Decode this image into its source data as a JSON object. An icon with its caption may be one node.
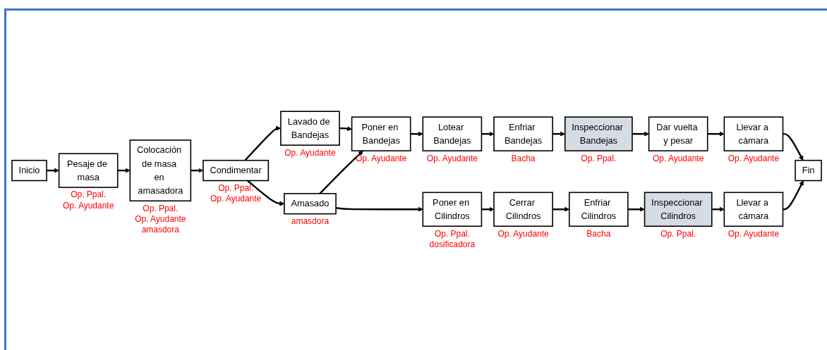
{
  "diagram": {
    "nodes": [
      {
        "text": [
          "Inicio"
        ]
      },
      {
        "text": [
          "Pesaje de masa"
        ],
        "beside": [
          "Op. Ppal.",
          "Op. Ayudante"
        ]
      },
      {
        "text": [
          "Colocación de masa en amasadora"
        ],
        "beside": [
          "Op. Ppal.",
          "Op. Ayudante",
          "amasdora"
        ]
      },
      {
        "text": [
          "Condimentar"
        ],
        "beside": [
          "Op. Ppal.",
          "Op. Ayudante"
        ]
      },
      {
        "text": [
          "Lavado de Bandejas"
        ],
        "beside": [
          "Op. Ayudante"
        ]
      },
      {
        "text": [
          "Amasado"
        ],
        "beside": [
          "amasdora"
        ]
      },
      {
        "text": [
          "Poner en Bandejas"
        ],
        "beside": [
          "Op. Ayudante"
        ]
      },
      {
        "text": [
          "Lotear Bandejas"
        ],
        "beside": [
          "Op. Ayudante"
        ]
      },
      {
        "text": [
          "Enfriar Bandejas"
        ],
        "beside": [
          "Bacha"
        ]
      },
      {
        "text": [
          "Inspeccionar Bandejas"
        ],
        "beside": [
          "Op. Ppal."
        ]
      },
      {
        "text": [
          "Dar vuelta y pesar"
        ],
        "beside": [
          "Op. Ayudante"
        ]
      },
      {
        "text": [
          "Llevar a cámara"
        ],
        "beside": [
          "Op. Ayudante"
        ]
      },
      {
        "text": [
          "Poner en Cilindros"
        ],
        "beside": [
          "Op. Ppal.",
          "dosificadora"
        ]
      },
      {
        "text": [
          "Cerrar Cilindros"
        ],
        "beside": [
          "Op. Ayudante"
        ]
      },
      {
        "text": [
          "Enfriar Cilindros"
        ],
        "beside": [
          "Bacha"
        ]
      },
      {
        "text": [
          "Inspeccionar Cilindros"
        ],
        "beside": [
          "Op. Ppal."
        ]
      },
      {
        "text": [
          "Llevar a cámara"
        ],
        "beside": [
          "Op. Ayudante"
        ]
      },
      {
        "text": [
          "Fin"
        ]
      }
    ],
    "edges": [
      {
        "from": 0,
        "to": 1,
        "arrow": "to"
      },
      {
        "from": 1,
        "to": 2,
        "arrow": "to"
      },
      {
        "from": 2,
        "to": 3,
        "arrow": "to"
      },
      {
        "from": 3,
        "to": 4,
        "arrow": "to"
      },
      {
        "from": 3,
        "to": 5,
        "arrow": "to"
      },
      {
        "from": 4,
        "to": 6,
        "arrow": "to"
      },
      {
        "from": 5,
        "to": 6,
        "arrow": "to"
      },
      {
        "from": 5,
        "to": 12,
        "arrow": "to"
      },
      {
        "from": 6,
        "to": 7,
        "arrow": "to"
      },
      {
        "from": 7,
        "to": 8,
        "arrow": "to"
      },
      {
        "from": 8,
        "to": 9,
        "arrow": "to"
      },
      {
        "from": 9,
        "to": 10,
        "arrow": "to"
      },
      {
        "from": 10,
        "to": 11,
        "arrow": "to"
      },
      {
        "from": 11,
        "to": 17,
        "arrow": "to"
      },
      {
        "from": 12,
        "to": 13,
        "arrow": "to"
      },
      {
        "from": 13,
        "to": 14,
        "arrow": "to"
      },
      {
        "from": 14,
        "to": 15,
        "arrow": "to"
      },
      {
        "from": 15,
        "to": 16,
        "arrow": "to"
      },
      {
        "from": 16,
        "to": 17,
        "arrow": "to"
      }
    ]
  }
}
